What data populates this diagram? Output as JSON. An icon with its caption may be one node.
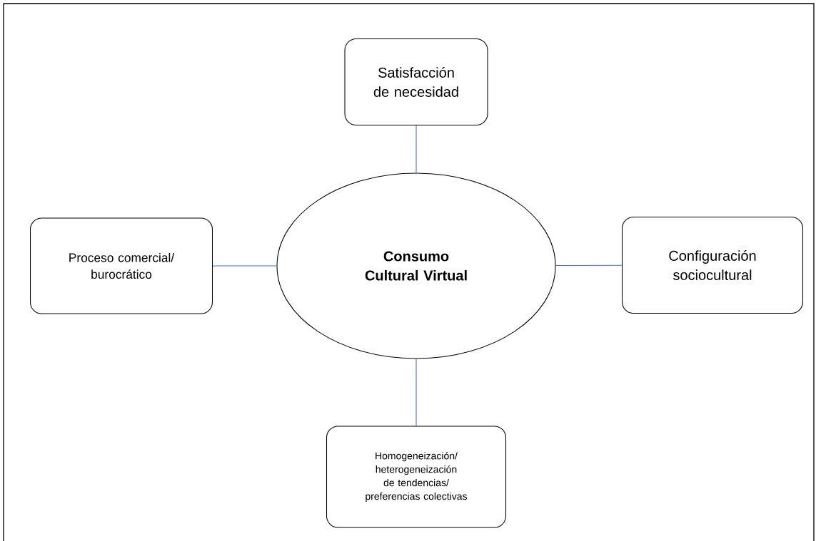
{
  "diagram": {
    "nodes": [
      {
        "text": [
          "**Consumo Cultural Virtual**"
        ]
      },
      {
        "text": [
          "Satisfacción de necesidad"
        ]
      },
      {
        "text": [
          "Proceso comercial/ burocrático"
        ]
      },
      {
        "text": [
          "Configuración sociocultural"
        ]
      },
      {
        "text": [
          "Homogeneización/ heterogeneización de tendencias/ preferencias colectivas"
        ]
      }
    ],
    "edges": [
      {
        "from": 0,
        "to": 1,
        "arrow": "none"
      },
      {
        "from": 2,
        "to": 0,
        "arrow": "none"
      },
      {
        "from": 0,
        "to": 3,
        "arrow": "none"
      },
      {
        "from": 0,
        "to": 4,
        "arrow": "none"
      }
    ]
  }
}
